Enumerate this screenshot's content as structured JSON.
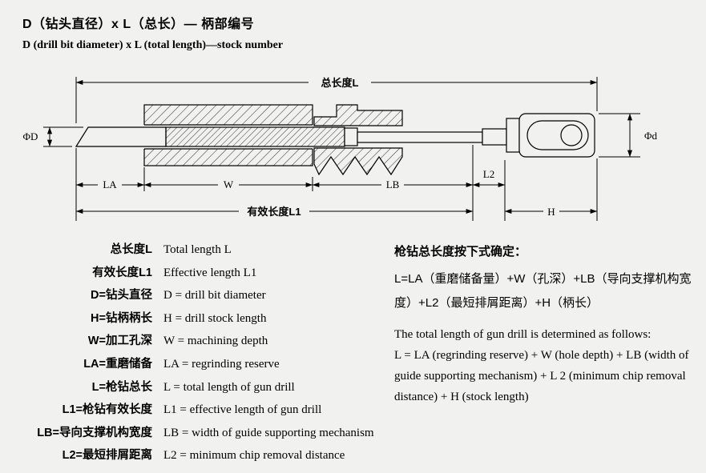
{
  "header": {
    "title_cn": "D（钻头直径）x L（总长）— 柄部编号",
    "title_en": "D (drill bit diameter) x L (total length)—stock number"
  },
  "diagram": {
    "total_length_label": "总长度L",
    "effective_length_label": "有效长度L1",
    "dia_left_label": "ΦD",
    "dia_right_label": "Φd",
    "la_label": "LA",
    "w_label": "W",
    "lb_label": "LB",
    "l2_label": "L2",
    "h_label": "H"
  },
  "legend": {
    "rows": [
      {
        "cn": "总长度L",
        "en": "Total length L"
      },
      {
        "cn": "有效长度L1",
        "en": "Effective length L1"
      },
      {
        "cn": "D=钻头直径",
        "en": "D = drill bit diameter"
      },
      {
        "cn": "H=钻柄柄长",
        "en": "H = drill stock length"
      },
      {
        "cn": "W=加工孔深",
        "en": "W = machining depth"
      },
      {
        "cn": "LA=重磨储备",
        "en": "LA = regrinding reserve"
      },
      {
        "cn": "L=枪钻总长",
        "en": "L = total length of gun drill"
      },
      {
        "cn": "L1=枪钻有效长度",
        "en": "L1 = effective length of gun drill"
      },
      {
        "cn": "LB=导向支撑机构宽度",
        "en": "LB = width of guide supporting mechanism"
      },
      {
        "cn": "L2=最短排屑距离",
        "en": "L2 = minimum chip removal distance"
      }
    ]
  },
  "formula": {
    "title_cn": "枪钻总长度按下式确定：",
    "body_cn": "L=LA（重磨储备量）+W（孔深）+LB（导向支撑机构宽度）+L2（最短排屑距离）+H（柄长）",
    "title_en": "The total length of gun drill is determined as follows:",
    "body_en": "L = LA (regrinding reserve) + W (hole depth) + LB (width of guide supporting mechanism) + L 2 (minimum chip removal distance) + H (stock length)"
  },
  "colors": {
    "background": "#f1f1ef",
    "line": "#000000"
  }
}
